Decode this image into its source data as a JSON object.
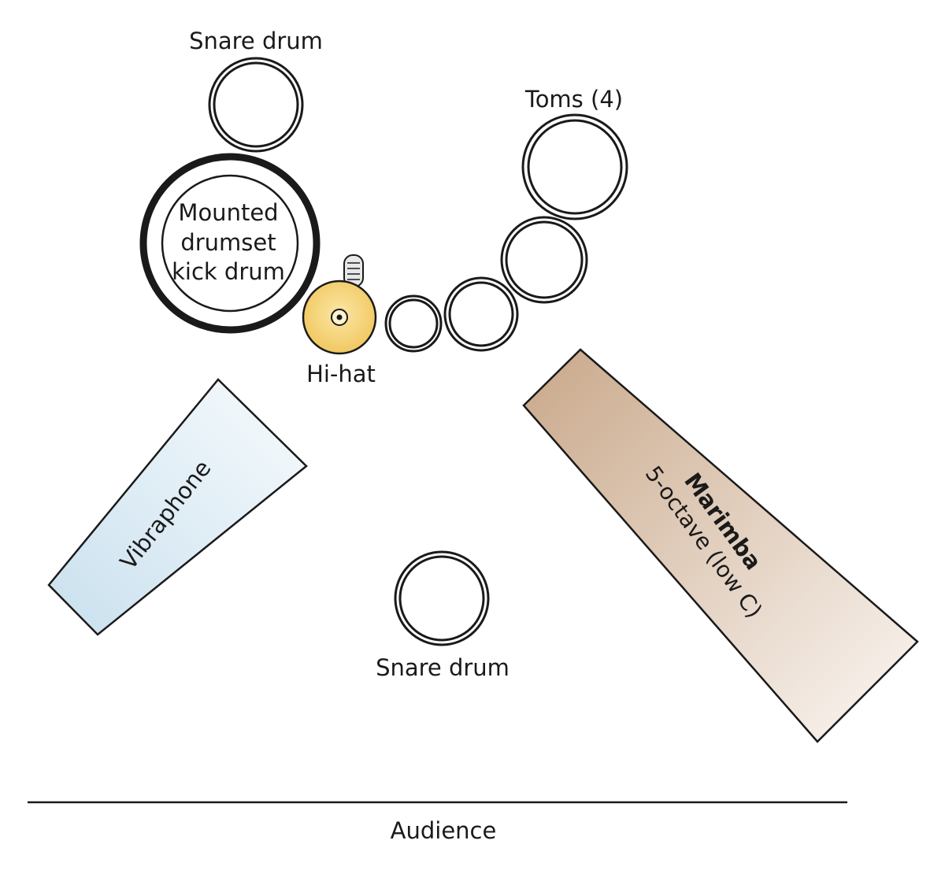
{
  "labels": {
    "snare_top": "Snare drum",
    "toms": "Toms (4)",
    "kick_line1": "Mounted",
    "kick_line2": "drumset",
    "kick_line3": "kick drum",
    "hihat": "Hi-hat",
    "vibraphone": "Vibraphone",
    "marimba": "Marimba",
    "marimba_sub": "5-octave (low C)",
    "snare_bottom": "Snare drum",
    "audience": "Audience"
  },
  "colors": {
    "stroke": "#1a1a1a",
    "hihat_fill": "#f5cf6a",
    "vibraphone_fill_start": "#c9e0ee",
    "vibraphone_fill_end": "#f7fbfd",
    "marimba_fill_start": "#c9a88a",
    "marimba_fill_end": "#fbf7f4"
  }
}
